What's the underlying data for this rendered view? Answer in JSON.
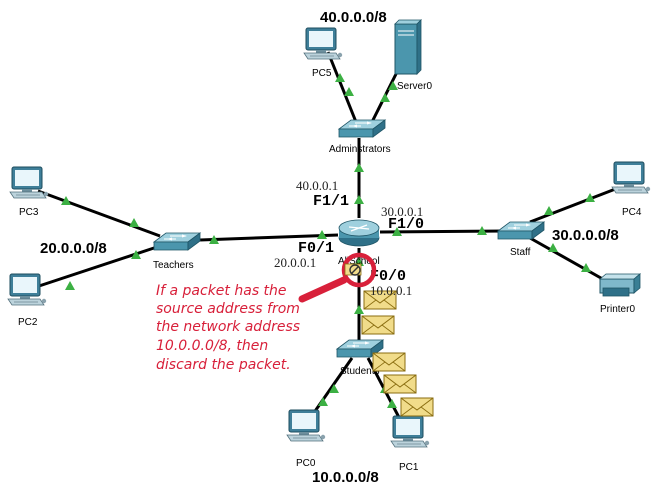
{
  "networks": {
    "admin": "40.0.0.0/8",
    "teachers": "20.0.0.0/8",
    "staff": "30.0.0.0/8",
    "students": "10.0.0.0/8"
  },
  "devices": {
    "pc5": "PC5",
    "server0": "Server0",
    "admin_switch": "Adminstrators",
    "pc3": "PC3",
    "pc2": "PC2",
    "teachers_switch": "Teachers",
    "router": "AllSchool",
    "pc4": "PC4",
    "staff_switch": "Staff",
    "printer0": "Printer0",
    "students_switch": "Students",
    "pc0": "PC0",
    "pc1": "PC1"
  },
  "ports": {
    "f1_1": "F1/1",
    "f1_0": "F1/0",
    "f0_1": "F0/1",
    "f0_0": "F0/0"
  },
  "ips": {
    "f1_1": "40.0.0.1",
    "f1_0": "30.0.0.1",
    "f0_1": "20.0.0.1",
    "f0_0": "10.0.0.1"
  },
  "annotation": {
    "lines": [
      "If a packet has the",
      "source address from",
      "the network address",
      "10.0.0.0/8, then",
      "discard the packet."
    ]
  },
  "colors": {
    "link": "#000000",
    "link_up": "#3cb043",
    "note": "#d8203a",
    "switch": "#5aa7bd",
    "envelope": "#f1dc8a"
  }
}
